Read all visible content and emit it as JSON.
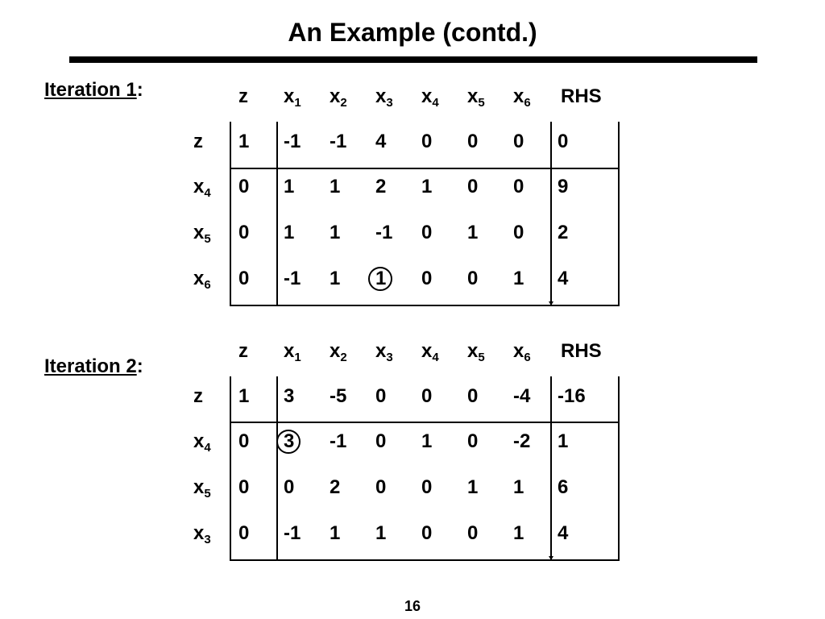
{
  "title": "An Example (contd.)",
  "page_number": "16",
  "iterations": [
    {
      "label_main": "Iteration 1",
      "label_suffix": ":",
      "headers": [
        "z",
        "x1",
        "x2",
        "x3",
        "x4",
        "x5",
        "x6",
        "RHS"
      ],
      "rows": [
        {
          "basis": "z",
          "values": [
            "1",
            "-1",
            "-1",
            "4",
            "0",
            "0",
            "0",
            "0"
          ]
        },
        {
          "basis": "x4",
          "values": [
            "0",
            "1",
            "1",
            "2",
            "1",
            "0",
            "0",
            "9"
          ]
        },
        {
          "basis": "x5",
          "values": [
            "0",
            "1",
            "1",
            "-1",
            "0",
            "1",
            "0",
            "2"
          ]
        },
        {
          "basis": "x6",
          "values": [
            "0",
            "-1",
            "1",
            "1",
            "0",
            "0",
            "1",
            "4"
          ]
        }
      ],
      "pivot": {
        "row": 3,
        "col": 3
      }
    },
    {
      "label_main": "Iteration 2",
      "label_suffix": ":",
      "headers": [
        "z",
        "x1",
        "x2",
        "x3",
        "x4",
        "x5",
        "x6",
        "RHS"
      ],
      "rows": [
        {
          "basis": "z",
          "values": [
            "1",
            "3",
            "-5",
            "0",
            "0",
            "0",
            "-4",
            "-16"
          ]
        },
        {
          "basis": "x4",
          "values": [
            "0",
            "3",
            "-1",
            "0",
            "1",
            "0",
            "-2",
            "1"
          ]
        },
        {
          "basis": "x5",
          "values": [
            "0",
            "0",
            "2",
            "0",
            "0",
            "1",
            "1",
            "6"
          ]
        },
        {
          "basis": "x3",
          "values": [
            "0",
            "-1",
            "1",
            "1",
            "0",
            "0",
            "1",
            "4"
          ]
        }
      ],
      "pivot": {
        "row": 1,
        "col": 1
      }
    }
  ]
}
